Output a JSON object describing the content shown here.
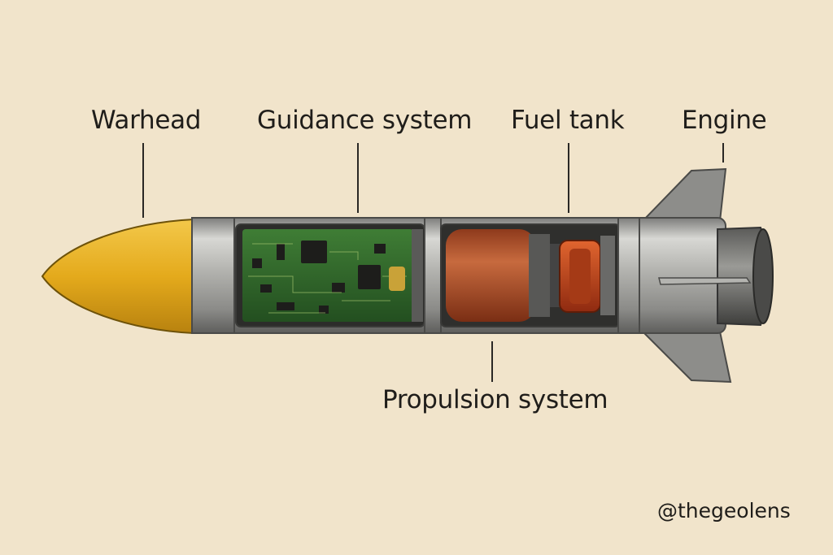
{
  "labels": {
    "warhead": "Warhead",
    "guidance": "Guidance system",
    "fuel_tank": "Fuel tank",
    "engine": "Engine",
    "propulsion": "Propulsion system"
  },
  "credit": "@thegeolens",
  "colors": {
    "background": "#f1e4cb",
    "warhead": "#e0a91a",
    "body_metal": "#a9a9a6",
    "circuit_board": "#2f6a2a",
    "fuel_tank": "#b8532b",
    "engine_core": "#c8461f",
    "text": "#1f1d1a"
  },
  "icons": [
    "missile-cutaway-illustration"
  ]
}
